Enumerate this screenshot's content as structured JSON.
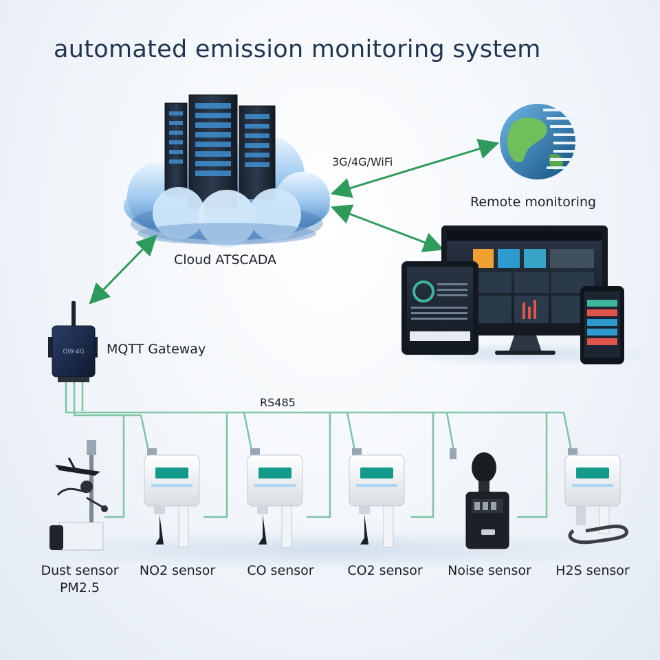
{
  "title": "automated emission monitoring system",
  "cloud": {
    "label": "Cloud ATSCADA"
  },
  "network": {
    "label": "3G/4G/WiFi"
  },
  "remote": {
    "label": "Remote monitoring"
  },
  "gateway": {
    "label": "MQTT Gateway",
    "device_text": "GW-4G"
  },
  "bus": {
    "label": "RS485"
  },
  "sensors": [
    {
      "line1": "Dust sensor",
      "line2": "PM2.5"
    },
    {
      "line1": "NO2 sensor",
      "line2": ""
    },
    {
      "line1": "CO sensor",
      "line2": ""
    },
    {
      "line1": "CO2 sensor",
      "line2": ""
    },
    {
      "line1": "Noise sensor",
      "line2": ""
    },
    {
      "line1": "H2S sensor",
      "line2": ""
    }
  ],
  "colors": {
    "arrow": "#2e9a5c",
    "cable": "#7cc4a3",
    "title": "#1f3550",
    "screen_accent": "#f0a030"
  }
}
